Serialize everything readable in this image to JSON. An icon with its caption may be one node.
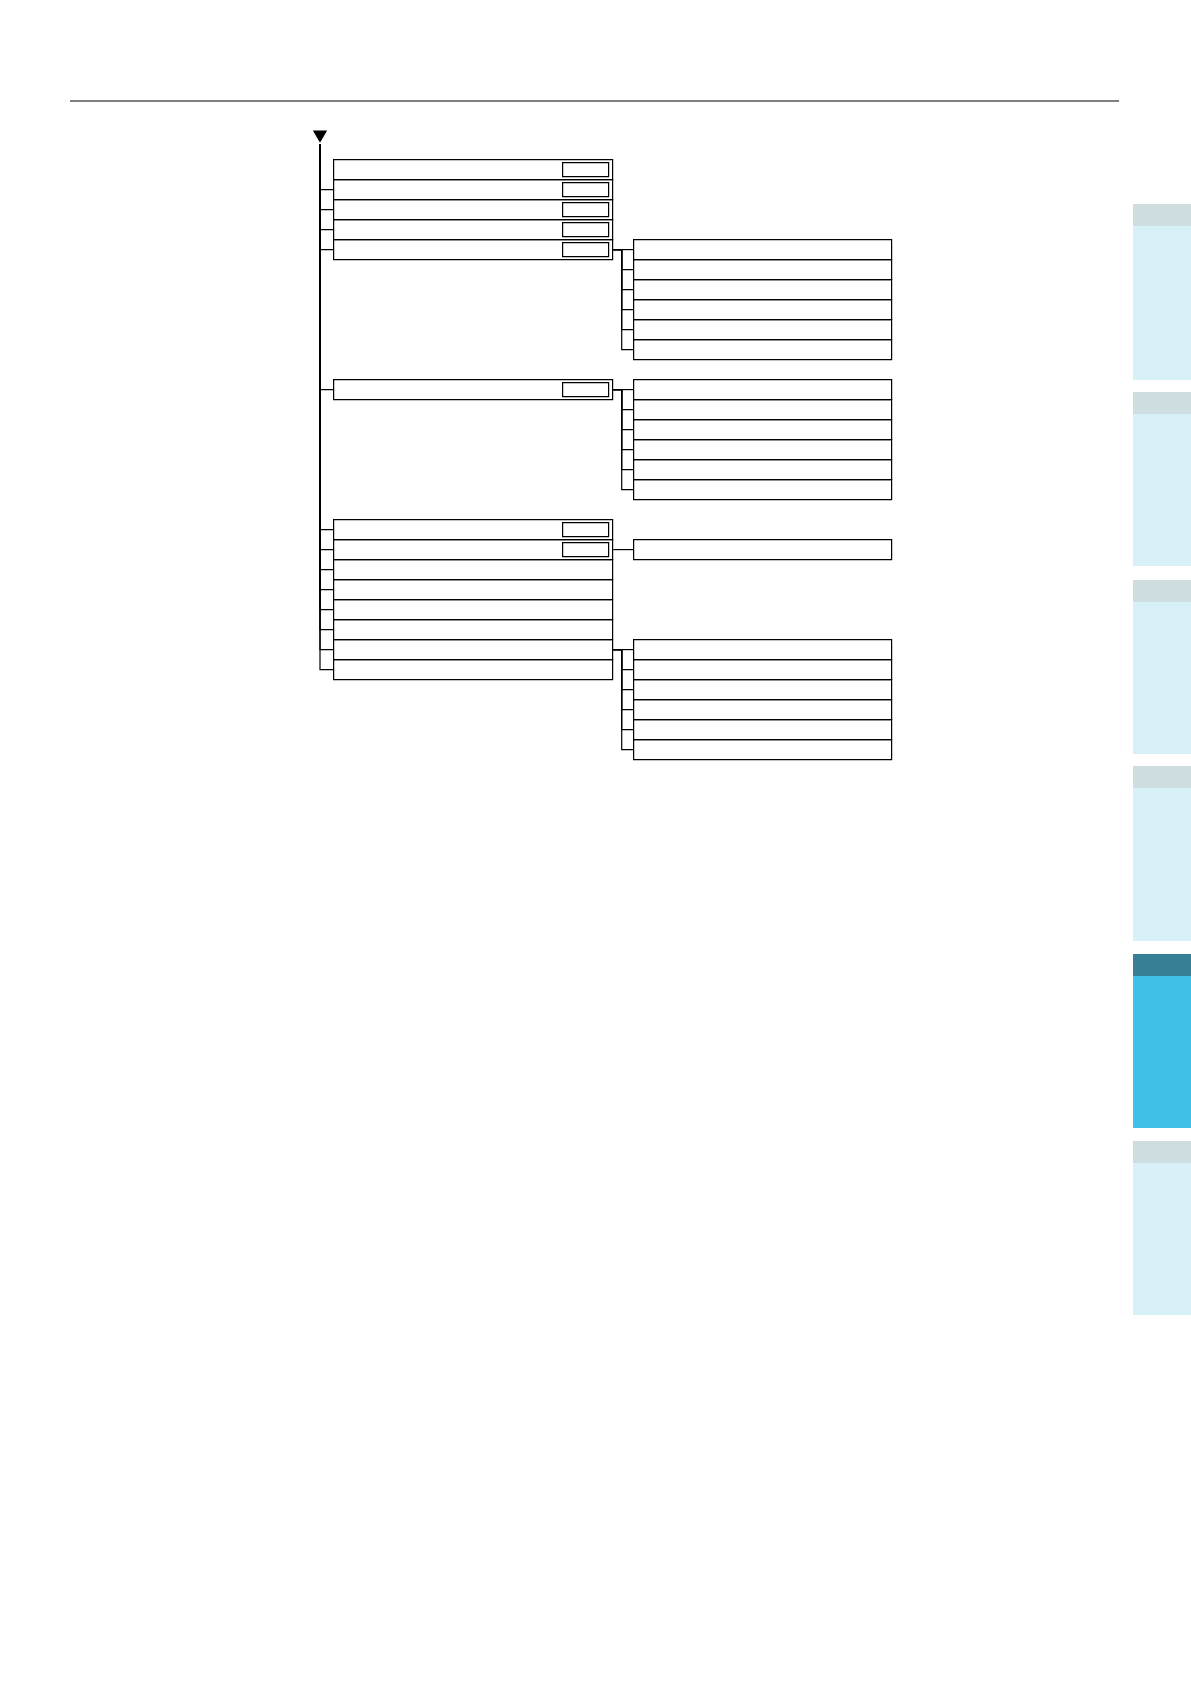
{
  "diagram": {
    "nodes": [
      {
        "text": [],
        "shape": "triangle"
      },
      {
        "text": [],
        "shape": "box"
      },
      {
        "text": [],
        "shape": "box",
        "in": 1
      },
      {
        "text": [],
        "shape": "box"
      },
      {
        "text": [],
        "shape": "box",
        "in": 3
      },
      {
        "text": [],
        "shape": "box"
      },
      {
        "text": [],
        "shape": "box",
        "in": 5
      },
      {
        "text": [],
        "shape": "box"
      },
      {
        "text": [],
        "shape": "box",
        "in": 7
      },
      {
        "text": [],
        "shape": "box"
      },
      {
        "text": [],
        "shape": "box",
        "in": 9
      },
      {
        "text": [],
        "shape": "box"
      },
      {
        "text": [],
        "shape": "box"
      },
      {
        "text": [],
        "shape": "box"
      },
      {
        "text": [],
        "shape": "box"
      },
      {
        "text": [],
        "shape": "box"
      },
      {
        "text": [],
        "shape": "box"
      },
      {
        "text": [],
        "shape": "box"
      },
      {
        "text": [],
        "shape": "box",
        "in": 17
      },
      {
        "text": [],
        "shape": "box"
      },
      {
        "text": [],
        "shape": "box"
      },
      {
        "text": [],
        "shape": "box"
      },
      {
        "text": [],
        "shape": "box"
      },
      {
        "text": [],
        "shape": "box"
      },
      {
        "text": [],
        "shape": "box"
      },
      {
        "text": [],
        "shape": "box"
      },
      {
        "text": [],
        "shape": "box",
        "in": 25
      },
      {
        "text": [],
        "shape": "box"
      },
      {
        "text": [],
        "shape": "box",
        "in": 27
      },
      {
        "text": [],
        "shape": "box"
      },
      {
        "text": [],
        "shape": "box"
      },
      {
        "text": [],
        "shape": "box"
      },
      {
        "text": [],
        "shape": "box"
      },
      {
        "text": [],
        "shape": "box"
      },
      {
        "text": [],
        "shape": "box"
      },
      {
        "text": [],
        "shape": "box"
      },
      {
        "text": [],
        "shape": "box"
      },
      {
        "text": [],
        "shape": "box"
      },
      {
        "text": [],
        "shape": "box"
      },
      {
        "text": [],
        "shape": "box"
      },
      {
        "text": [],
        "shape": "box"
      },
      {
        "text": [],
        "shape": "box"
      }
    ],
    "edges": [
      {
        "from": 0,
        "to": 3,
        "arrow": "none"
      },
      {
        "from": 0,
        "to": 5,
        "arrow": "none"
      },
      {
        "from": 0,
        "to": 7,
        "arrow": "none"
      },
      {
        "from": 0,
        "to": 9,
        "arrow": "none"
      },
      {
        "from": 0,
        "to": 17,
        "arrow": "none"
      },
      {
        "from": 0,
        "to": 25,
        "arrow": "none"
      },
      {
        "from": 0,
        "to": 27,
        "arrow": "none"
      },
      {
        "from": 0,
        "to": 30,
        "arrow": "none"
      },
      {
        "from": 0,
        "to": 31,
        "arrow": "none"
      },
      {
        "from": 0,
        "to": 32,
        "arrow": "none"
      },
      {
        "from": 0,
        "to": 33,
        "arrow": "none"
      },
      {
        "from": 0,
        "to": 34,
        "arrow": "none"
      },
      {
        "from": 0,
        "to": 35,
        "arrow": "none"
      },
      {
        "from": 9,
        "to": 11,
        "arrow": "none"
      },
      {
        "from": 9,
        "to": 12,
        "arrow": "none"
      },
      {
        "from": 9,
        "to": 13,
        "arrow": "none"
      },
      {
        "from": 9,
        "to": 14,
        "arrow": "none"
      },
      {
        "from": 9,
        "to": 15,
        "arrow": "none"
      },
      {
        "from": 9,
        "to": 16,
        "arrow": "none"
      },
      {
        "from": 17,
        "to": 19,
        "arrow": "none"
      },
      {
        "from": 17,
        "to": 20,
        "arrow": "none"
      },
      {
        "from": 17,
        "to": 21,
        "arrow": "none"
      },
      {
        "from": 17,
        "to": 22,
        "arrow": "none"
      },
      {
        "from": 17,
        "to": 23,
        "arrow": "none"
      },
      {
        "from": 17,
        "to": 24,
        "arrow": "none"
      },
      {
        "from": 27,
        "to": 29,
        "arrow": "none"
      },
      {
        "from": 34,
        "to": 36,
        "arrow": "none"
      },
      {
        "from": 34,
        "to": 37,
        "arrow": "none"
      },
      {
        "from": 34,
        "to": 38,
        "arrow": "none"
      },
      {
        "from": 34,
        "to": 39,
        "arrow": "none"
      },
      {
        "from": 34,
        "to": 40,
        "arrow": "none"
      },
      {
        "from": 34,
        "to": 41,
        "arrow": "none"
      }
    ]
  }
}
